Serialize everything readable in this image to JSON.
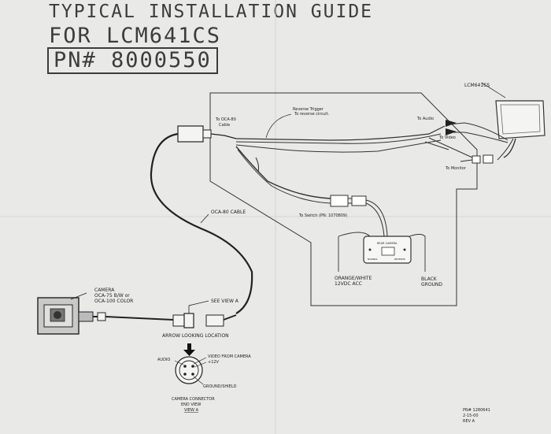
{
  "title": {
    "line1": "TYPICAL INSTALLATION GUIDE",
    "line2": "FOR LCM641CS",
    "line3": "PN# 8000550"
  },
  "labels": {
    "monitor": "LCM641CS",
    "to_oca80_cable_1": "To OCA-80",
    "to_oca80_cable_2": "Cable",
    "reverse_trigger_1": "Reverse Trigger",
    "reverse_trigger_2": "To reverse circuit.",
    "to_audio": "To Audio",
    "to_video": "To Video",
    "to_monitor": "To Monitor",
    "to_switch": "To Switch (PN: 1070809)",
    "rear_camera": "REAR CAMERA",
    "normal": "NORMAL",
    "reverse": "REVERSE",
    "orange_white_1": "ORANGE/WHITE",
    "orange_white_2": "12VDC ACC",
    "black_1": "BLACK",
    "black_2": "GROUND",
    "oca80_cable": "OCA-80 CABLE",
    "camera_1": "CAMERA",
    "camera_2": "OCA-75 B/W or",
    "camera_3": "OCA-100 COLOR",
    "see_view_a": "SEE VIEW A",
    "arrow_looking": "ARROW LOOKING LOCATION",
    "pin_audio": "AUDIO",
    "pin_video": "VIDEO FROM CAMERA",
    "pin_12v": "+12V",
    "pin_ground": "GROUND/SHIELD",
    "connector_1": "CAMERA CONNECTOR",
    "connector_2": "END VIEW",
    "connector_3": "VIEW A"
  },
  "footer": {
    "pn": "PN# 1280641",
    "date": "2-15-00",
    "rev": "REV A"
  }
}
